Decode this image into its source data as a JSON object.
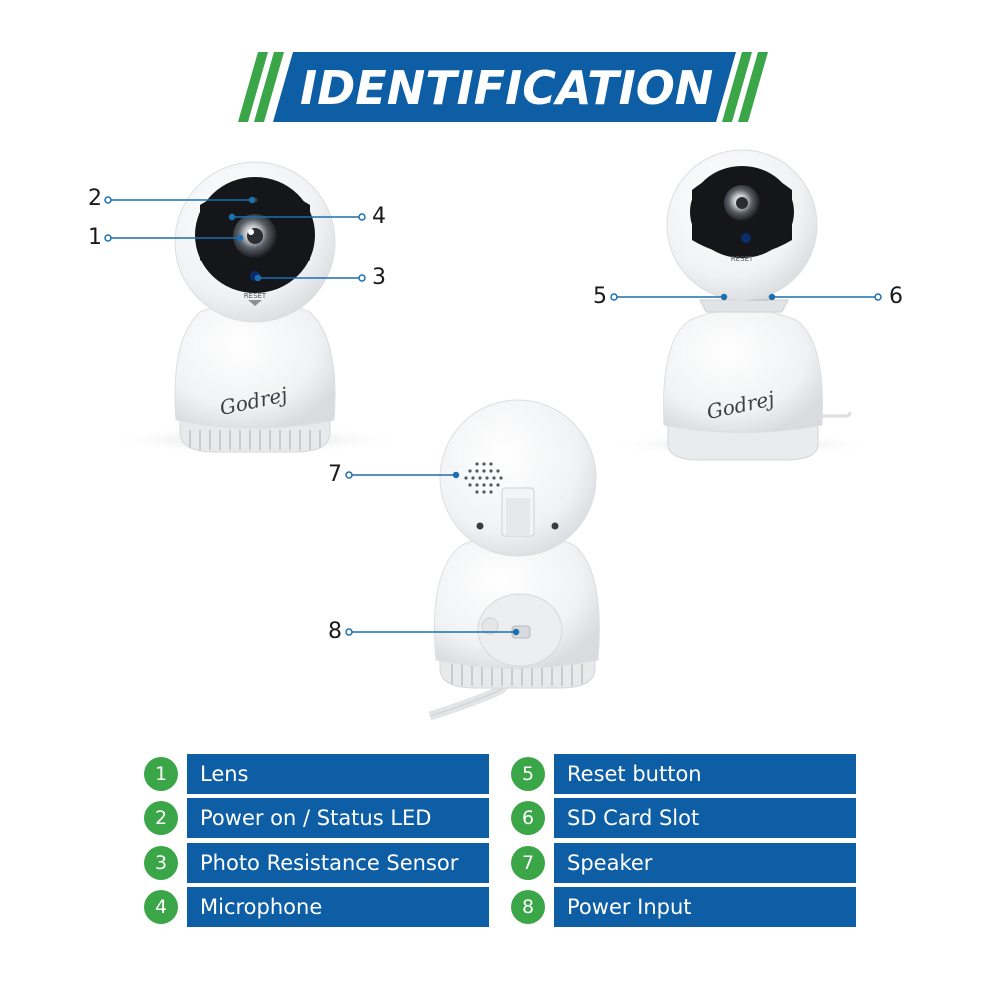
{
  "title": "IDENTIFICATION",
  "brand_mark": "Godrej",
  "device_label_reset": "RESET",
  "colors": {
    "banner_blue": "#0e5ea6",
    "stripe_green": "#3aa647",
    "legend_blue": "#0e5ea6",
    "badge_green": "#3aa647",
    "callout_line": "#1c6fb0"
  },
  "callouts": {
    "c1": "1",
    "c2": "2",
    "c3": "3",
    "c4": "4",
    "c5": "5",
    "c6": "6",
    "c7": "7",
    "c8": "8"
  },
  "legend": [
    {
      "number": "1",
      "label": "Lens"
    },
    {
      "number": "2",
      "label": "Power on / Status LED"
    },
    {
      "number": "3",
      "label": "Photo Resistance Sensor"
    },
    {
      "number": "4",
      "label": "Microphone"
    },
    {
      "number": "5",
      "label": "Reset button"
    },
    {
      "number": "6",
      "label": "SD Card Slot"
    },
    {
      "number": "7",
      "label": "Speaker"
    },
    {
      "number": "8",
      "label": "Power Input"
    }
  ]
}
